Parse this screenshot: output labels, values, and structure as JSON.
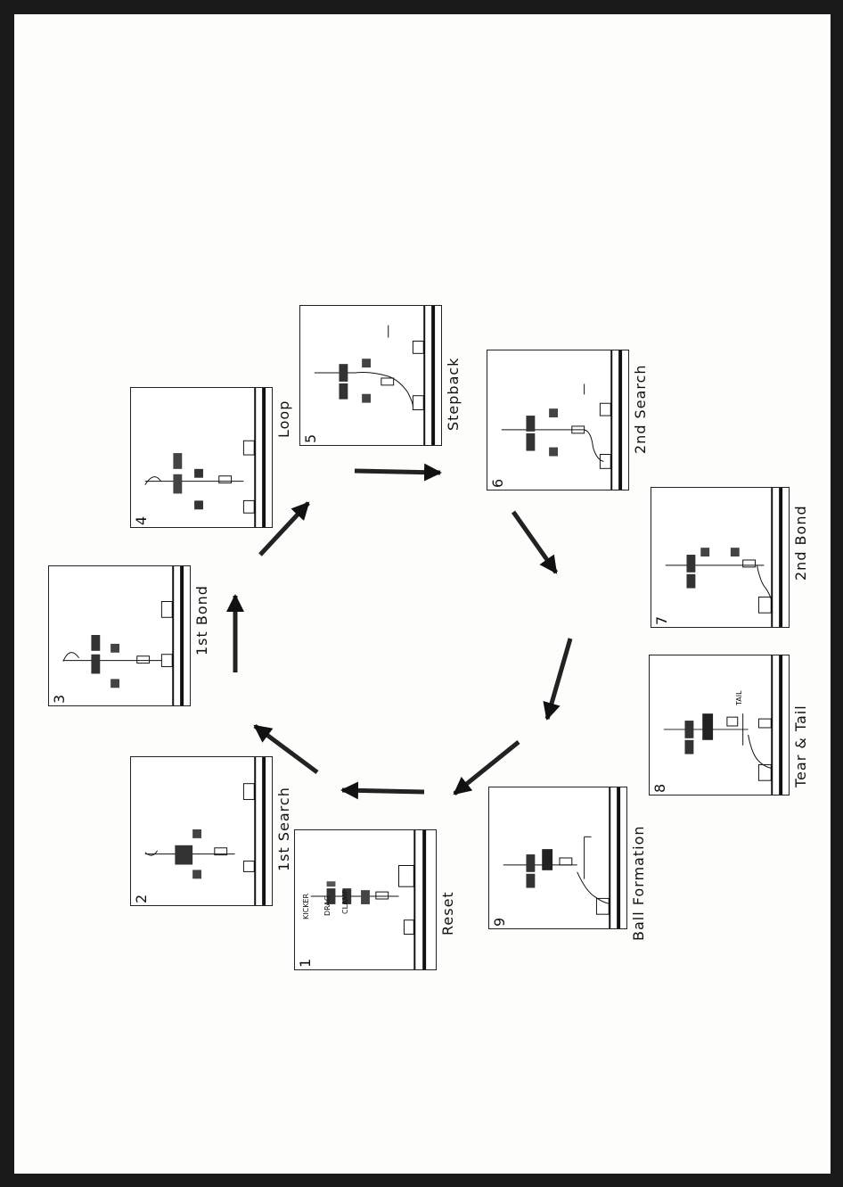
{
  "panels": [
    {
      "num": "1",
      "label": "Reset",
      "tags": [
        "KICKER",
        "DRAG",
        "CLAMP"
      ]
    },
    {
      "num": "2",
      "label": "1st Search"
    },
    {
      "num": "3",
      "label": "1st Bond"
    },
    {
      "num": "4",
      "label": "Loop"
    },
    {
      "num": "5",
      "label": "Stepback"
    },
    {
      "num": "6",
      "label": "2nd Search"
    },
    {
      "num": "7",
      "label": "2nd Bond"
    },
    {
      "num": "8",
      "label": "Tear & Tail",
      "tag": "TAIL"
    },
    {
      "num": "9",
      "label": "Ball Formation"
    }
  ]
}
